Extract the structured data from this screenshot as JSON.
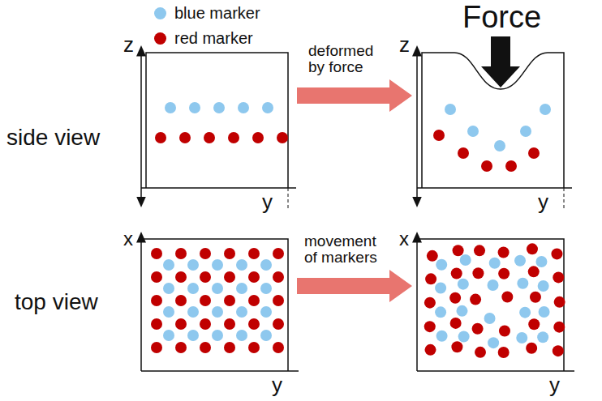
{
  "diagram": {
    "labels": [
      "Force",
      "z",
      "z",
      "side view",
      "deformed by force",
      "y",
      "y",
      "x",
      "x",
      "top view",
      "movement of markers",
      "y",
      "y"
    ],
    "legend": [
      {
        "text": "blue marker",
        "color": "#8ec8ee"
      },
      {
        "text": "red marker",
        "color": "#c00000"
      }
    ]
  }
}
